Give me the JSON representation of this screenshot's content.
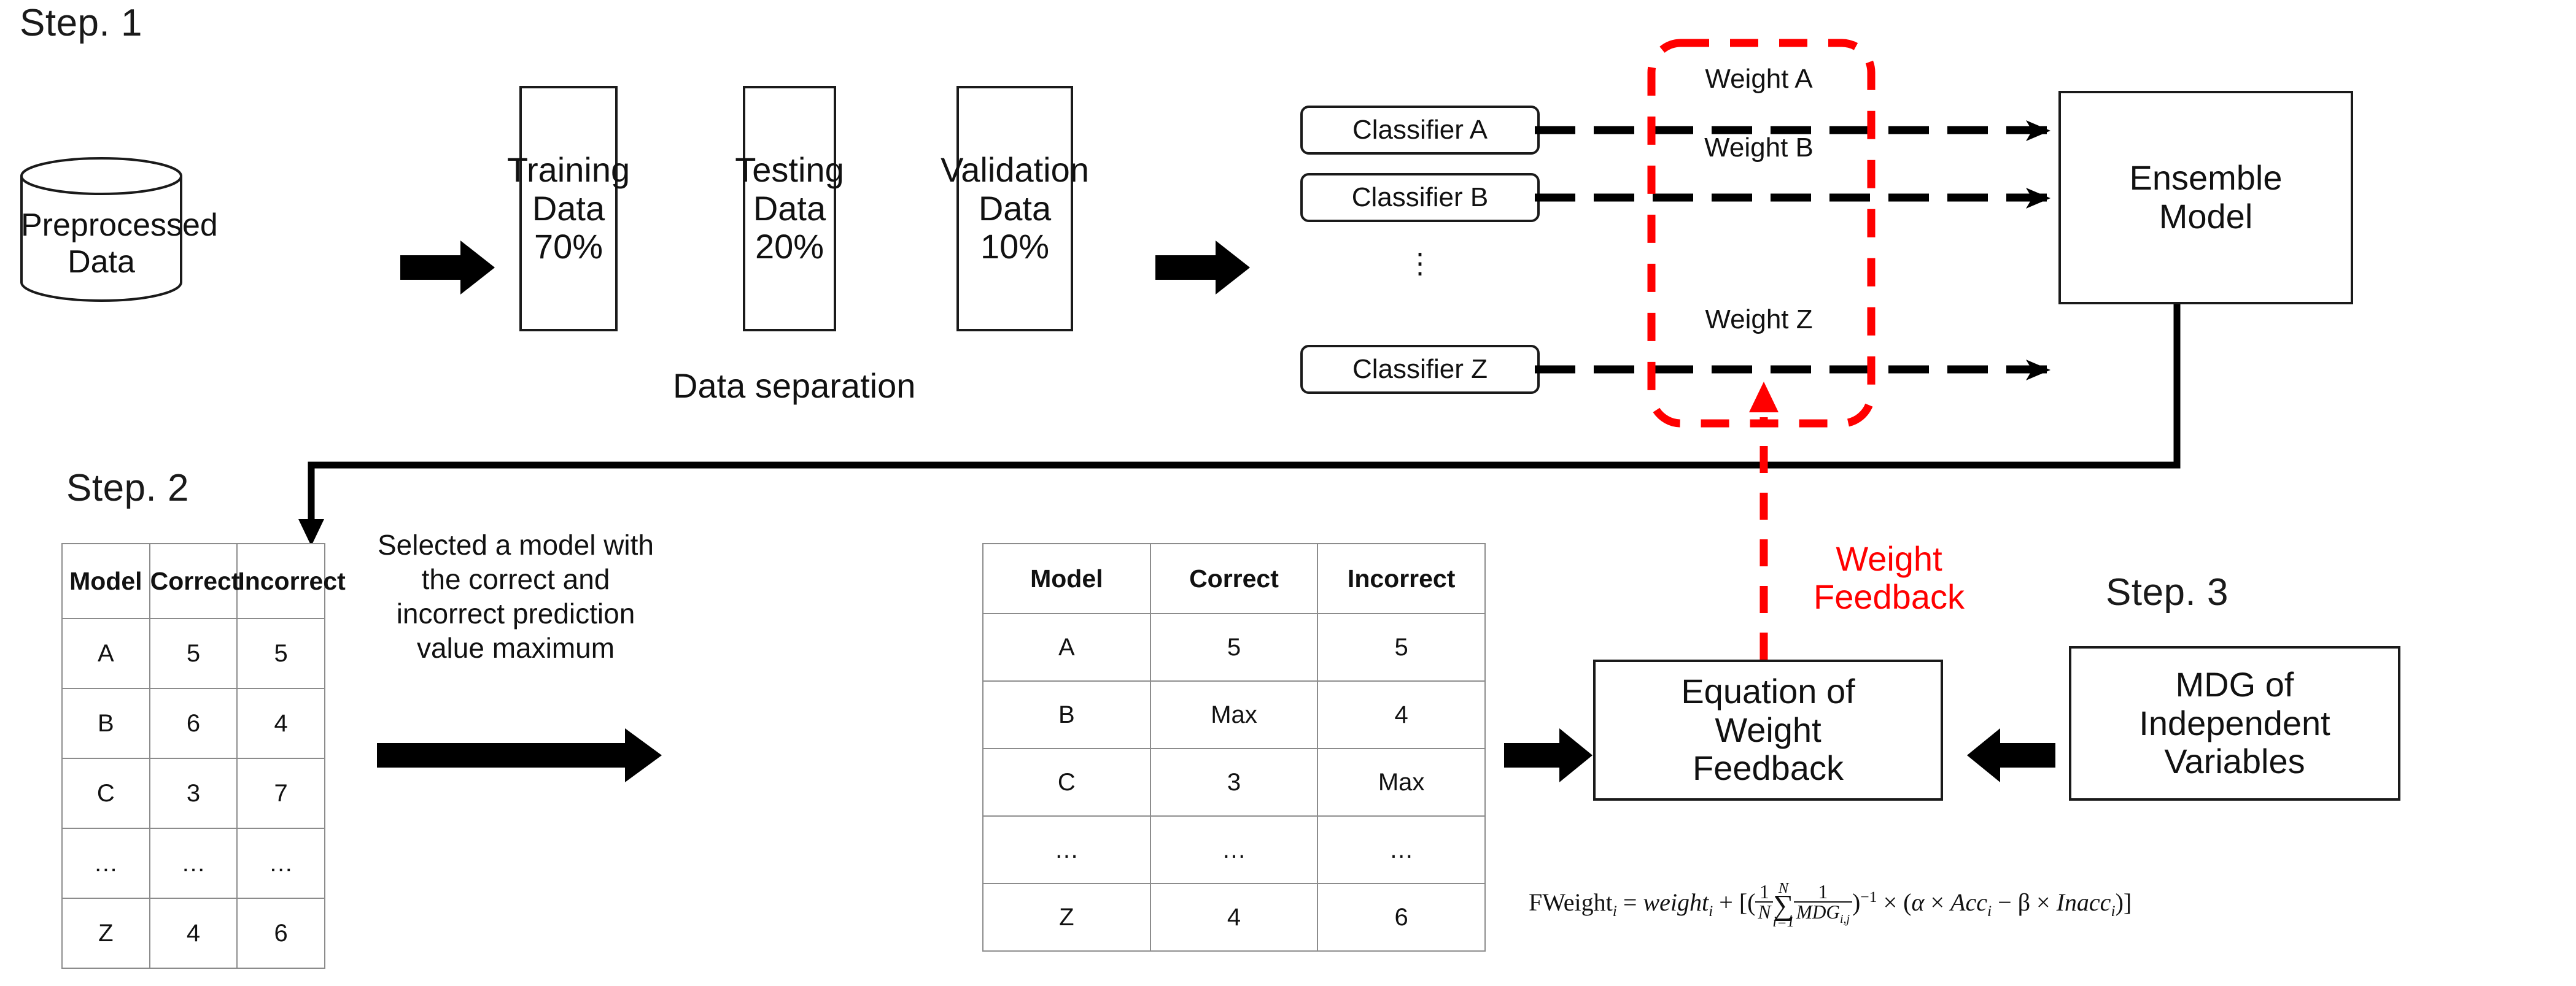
{
  "steps": {
    "step1": "Step. 1",
    "step2": "Step. 2",
    "step3": "Step. 3"
  },
  "source": {
    "cylinder_line1": "Preprocessed",
    "cylinder_line2": "Data"
  },
  "data_separation": {
    "caption": "Data separation",
    "splits": [
      {
        "name_line1": "Training",
        "name_line2": "Data",
        "percent": "70%"
      },
      {
        "name_line1": "Testing",
        "name_line2": "Data",
        "percent": "20%"
      },
      {
        "name_line1": "Validation",
        "name_line2": "Data",
        "percent": "10%"
      }
    ]
  },
  "classifiers": [
    {
      "label": "Classifier A"
    },
    {
      "label": "Classifier B"
    },
    {
      "label": "Classifier Z"
    }
  ],
  "classifier_ellipsis": "⋮",
  "weights": [
    {
      "label": "Weight A"
    },
    {
      "label": "Weight B"
    },
    {
      "label": "Weight Z"
    }
  ],
  "ensemble": {
    "line1": "Ensemble",
    "line2": "Model"
  },
  "feedback": {
    "line1": "Weight",
    "line2": "Feedback",
    "color": "#FF0000"
  },
  "table_before": {
    "headers": [
      "Model",
      "Correct",
      "Incorrect"
    ],
    "rows": [
      [
        "A",
        "5",
        "5"
      ],
      [
        "B",
        "6",
        "4"
      ],
      [
        "C",
        "3",
        "7"
      ],
      [
        "…",
        "…",
        "…"
      ],
      [
        "Z",
        "4",
        "6"
      ]
    ]
  },
  "table_after": {
    "headers": [
      "Model",
      "Correct",
      "Incorrect"
    ],
    "rows": [
      [
        "A",
        "5",
        "5"
      ],
      [
        "B",
        "Max",
        "4"
      ],
      [
        "C",
        "3",
        "Max"
      ],
      [
        "…",
        "…",
        "…"
      ],
      [
        "Z",
        "4",
        "6"
      ]
    ]
  },
  "selection_note": {
    "line1": "Selected a model with",
    "line2": "the correct and",
    "line3": "incorrect prediction",
    "line4": "value maximum"
  },
  "equation_box": {
    "line1": "Equation of",
    "line2": "Weight",
    "line3": "Feedback"
  },
  "mdg_box": {
    "line1": "MDG of",
    "line2": "Independent",
    "line3": "Variables"
  },
  "formula": {
    "lhs": "FWeight",
    "lhs_sub": "i",
    "eq": "=",
    "weight": "weight",
    "weight_sub": "i",
    "plus": "+",
    "open": "[(",
    "frac1_num": "1",
    "frac1_den": "N",
    "sum_sym": "∑",
    "sum_top": "N",
    "sum_bottom": "i=1",
    "frac2_num": "1",
    "frac2_den": "MDG",
    "frac2_den_sub": "i,j",
    "close_paren": ")",
    "exponent": "−1",
    "times1": "×",
    "open2": "(",
    "alpha": "α",
    "times2": "×",
    "acc": "Acc",
    "acc_sub": "i",
    "minus": "−",
    "beta": "β",
    "times3": "×",
    "inacc": "Inacc",
    "inacc_sub": "i",
    "close": ")]"
  },
  "colors": {
    "stroke": "#1a1a1a",
    "table_border": "#8c8c8c",
    "feedback_red": "#FF0000"
  }
}
